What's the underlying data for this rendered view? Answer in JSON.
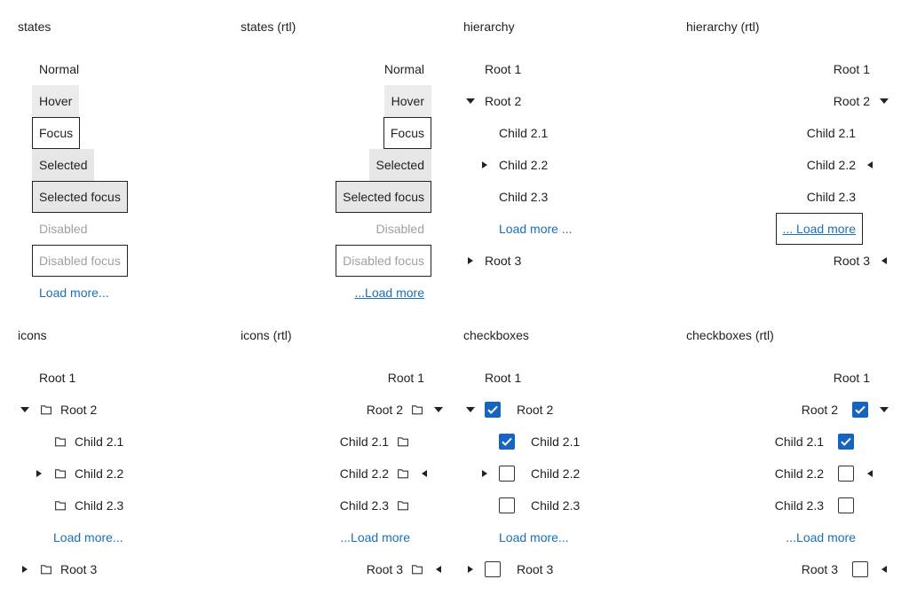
{
  "sections": {
    "states": "states",
    "states_rtl": "states (rtl)",
    "hierarchy": "hierarchy",
    "hierarchy_rtl": "hierarchy (rtl)",
    "icons": "icons",
    "icons_rtl": "icons (rtl)",
    "checkboxes": "checkboxes",
    "checkboxes_rtl": "checkboxes (rtl)"
  },
  "states": {
    "normal": "Normal",
    "hover": "Hover",
    "focus": "Focus",
    "selected": "Selected",
    "selected_focus": "Selected focus",
    "disabled": "Disabled",
    "disabled_focus": "Disabled focus",
    "load_more": "Load more...",
    "load_more_rtl": "...Load more"
  },
  "tree": {
    "root1": "Root 1",
    "root2": "Root 2",
    "root3": "Root 3",
    "child21": "Child 2.1",
    "child22": "Child 2.2",
    "child23": "Child 2.3",
    "load_more_spaced": "Load more ...",
    "load_more_spaced_rtl": "... Load more",
    "load_more": "Load more...",
    "load_more_rtl": "...Load more"
  },
  "checkbox_states": {
    "root2": true,
    "child21": true,
    "child22": false,
    "child23": false,
    "root3": false
  },
  "icons": {
    "expanded": "triangle-down-icon",
    "collapsed": "triangle-right-icon",
    "collapsed_rtl": "triangle-left-icon",
    "folder": "folder-icon",
    "check": "checkmark-icon"
  },
  "colors": {
    "link": "#1a6fb5",
    "checkbox_checked": "#1565c0",
    "hover_bg": "#ebebeb",
    "disabled_text": "#a0a0a0"
  }
}
